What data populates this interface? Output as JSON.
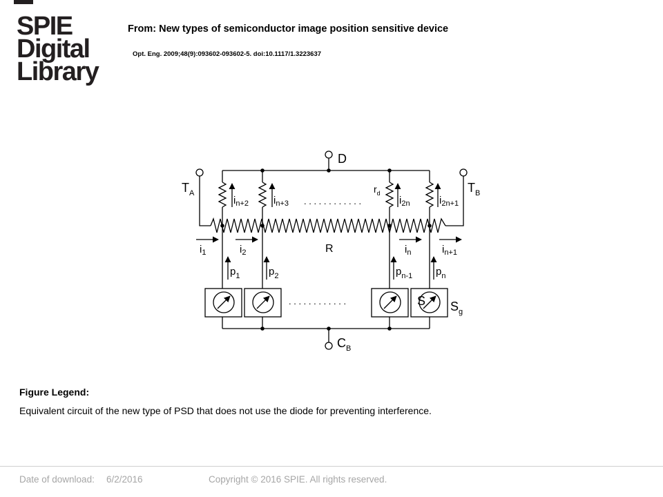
{
  "header": {
    "logo_lines": [
      "SPIE",
      "Digital",
      "Library"
    ],
    "from": "From: New types of semiconductor image position sensitive device",
    "citation": "Opt. Eng. 2009;48(9):093602-093602-5. doi:10.1117/1.3223637"
  },
  "diagram": {
    "terminal_d": "D",
    "terminal_cb": "C",
    "terminal_cb_sub": "B",
    "terminal_ta": "T",
    "terminal_ta_sub": "A",
    "terminal_tb": "T",
    "terminal_tb_sub": "B",
    "resistor_r": "R",
    "resistor_rd": "r",
    "resistor_rd_sub": "d",
    "source_s": "S",
    "source_sg": "S",
    "source_sg_sub": "g",
    "ellipsis": ". . . . . . . . . . . .",
    "upper_currents": [
      {
        "main": "i",
        "sub": "n+2"
      },
      {
        "main": "i",
        "sub": "n+3"
      },
      {
        "main": "i",
        "sub": "2n"
      },
      {
        "main": "i",
        "sub": "2n+1"
      }
    ],
    "lower_currents": [
      {
        "main": "i",
        "sub": "1"
      },
      {
        "main": "i",
        "sub": "2"
      },
      {
        "main": "i",
        "sub": "n"
      },
      {
        "main": "i",
        "sub": "n+1"
      }
    ],
    "photo_currents": [
      {
        "main": "p",
        "sub": "1"
      },
      {
        "main": "p",
        "sub": "2"
      },
      {
        "main": "p",
        "sub": "n-1"
      },
      {
        "main": "p",
        "sub": "n"
      }
    ]
  },
  "legend": {
    "heading": "Figure Legend:",
    "text": "Equivalent circuit of the new type of PSD that does not use the diode for preventing interference."
  },
  "footer": {
    "date_label": "Date of download:",
    "date": "6/2/2016",
    "copyright": "Copyright © 2016 SPIE. All rights reserved."
  }
}
